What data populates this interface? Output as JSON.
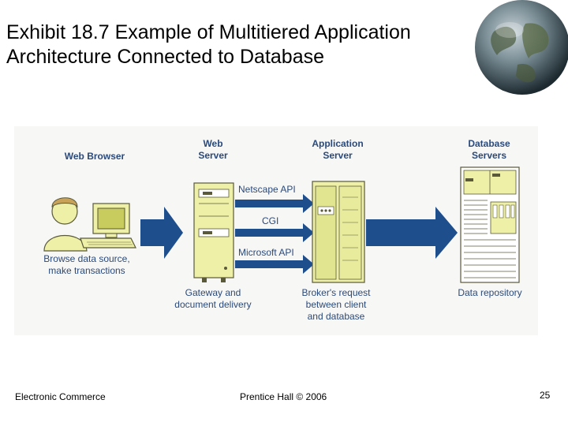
{
  "slide": {
    "title_line1": "Exhibit 18.7 Example of Multitiered Application",
    "title_line2": "Architecture Connected to Database"
  },
  "diagram": {
    "columns": [
      {
        "id": "web-browser",
        "line1": "Web Browser",
        "line2": ""
      },
      {
        "id": "web-server",
        "line1": "Web",
        "line2": "Server"
      },
      {
        "id": "application-server",
        "line1": "Application",
        "line2": "Server"
      },
      {
        "id": "database-servers",
        "line1": "Database",
        "line2": "Servers"
      }
    ],
    "apis": [
      "Netscape API",
      "CGI",
      "Microsoft API"
    ],
    "captions": {
      "browser": {
        "line1": "Browse data source,",
        "line2": "make transactions",
        "line3": ""
      },
      "web_server": {
        "line1": "Gateway and",
        "line2": "document delivery",
        "line3": ""
      },
      "app_server": {
        "line1": "Broker's request",
        "line2": "between client",
        "line3": "and database"
      },
      "db": {
        "line1": "Data repository",
        "line2": "",
        "line3": ""
      }
    },
    "colors": {
      "heading": "#2b4a7a",
      "arrow": "#1f4e8c",
      "device_fill": "#eef0a8",
      "device_stroke": "#5a5a3a"
    }
  },
  "footer": {
    "left": "Electronic Commerce",
    "center": "Prentice Hall © 2006",
    "page_number": "25"
  }
}
